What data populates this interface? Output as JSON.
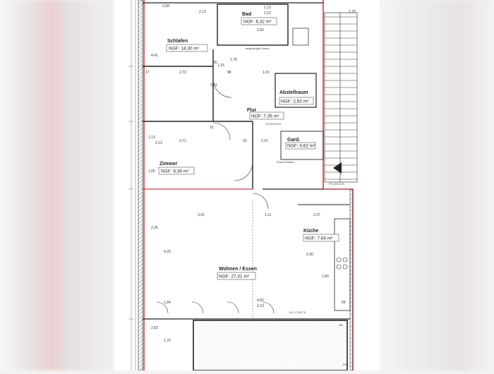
{
  "rooms": {
    "schlafen": {
      "name": "Schlafen",
      "area": "NGF: 14,30 m²"
    },
    "bad": {
      "name": "Bad",
      "area": "NGF: 6,32 m²"
    },
    "abstellraum": {
      "name": "Abstellraum",
      "area": "NGF: 2,50 m²"
    },
    "flur": {
      "name": "Flur",
      "area": "NGF: 7,35 m²"
    },
    "garderobe": {
      "name": "Gard.",
      "area": "NGF: 0,62 m²"
    },
    "zimmer": {
      "name": "Zimmer",
      "area": "NGF: 8,39 m²"
    },
    "kueche": {
      "name": "Küche",
      "area": "NGF: 7,64 m²"
    },
    "wohnen": {
      "name": "Wohnen / Essen",
      "area": "NGF: 27,31 m²"
    }
  },
  "dimensions": {
    "d1": "1,58",
    "d2": "2,13",
    "d3": "1,13",
    "d4": "2,13",
    "d5": "1,75",
    "d6": "2,50",
    "d7": "4,41",
    "d8": "2,72",
    "d9": "3,71",
    "d10": "1,05",
    "d11": "1,13",
    "d12": "2,13",
    "d13": "1,21",
    "d14": "10",
    "d15": "3,91",
    "d16": "1,11",
    "d17": "2,37",
    "d18": "2,36",
    "d19": "1,80",
    "d20": "1,64",
    "d21": "4,82",
    "d22": "2,13",
    "d23": "2,83",
    "d24": "4,29",
    "d25": "2,26",
    "d26": "1,70",
    "d27": "1,78",
    "d28": "2,01",
    "d29": "60",
    "d30": "17",
    "d31": "15",
    "d32": "98",
    "d33": "1,01",
    "d34": "1,15",
    "d35": "69"
  },
  "labels": {
    "decke": "abgehängte Decke",
    "fd1": "FD-D01S/20",
    "fd2": "FD-D01S/20",
    "uz": "UZ 17,5/27,5",
    "rr": "RR",
    "stk": "Stk",
    "sma": "Smart+Balkon"
  },
  "colors": {
    "outer_wall": "#d33a3a",
    "wall": "#1a1a1a"
  }
}
